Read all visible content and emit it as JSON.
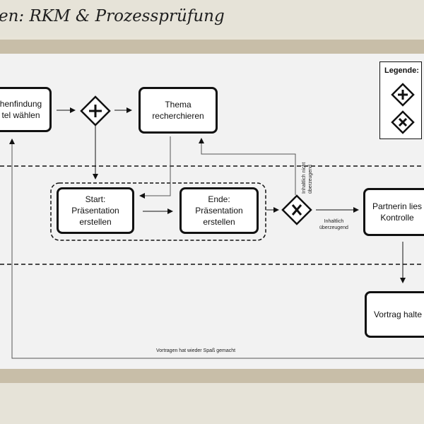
{
  "title": "en: RKM & Prozessprüfung",
  "legend": {
    "title": "Legende:",
    "items": [
      "parallel-gateway-icon",
      "exclusive-gateway-icon"
    ]
  },
  "tasks": {
    "themenfindung": "henfindung\ntel wählen",
    "thema_recherchieren": "Thema\nrecherchieren",
    "start_praesentation": "Start:\nPräsentation\nerstellen",
    "ende_praesentation": "Ende:\nPräsentation\nerstellen",
    "partnerin_kontrolle": "Partnerin lies\nKontrolle",
    "vortrag_halten": "Vortrag halte"
  },
  "labels": {
    "inhaltlich_ueberzeugend": "Inhaltlich\nüberzeugend",
    "inhaltlich_nicht_ueberzeugend": "Inhaltlich nicht\nüberzeugend",
    "vortragen_spass": "Vortragen hat wieder Spaß gemacht"
  },
  "colors": {
    "line": "#111111",
    "thin_line": "#555555",
    "canvas": "#f2f2f2",
    "band": "#c8bea8"
  }
}
